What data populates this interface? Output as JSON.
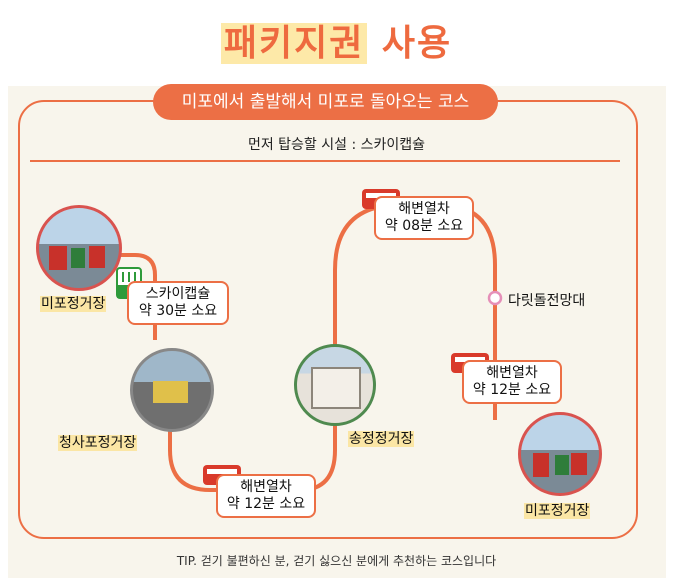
{
  "title": {
    "highlight": "패키지권",
    "rest": " 사용"
  },
  "course_label": "미포에서 출발해서 미포로 돌아오는 코스",
  "first_boarding": "먼저 탑승할 시설 : 스카이캡슐",
  "stations": {
    "mipo_start": "미포정거장",
    "cheongsapo": "청사포정거장",
    "songjeong": "송정정거장",
    "mipo_end": "미포정거장",
    "daritdol": "다릿돌전망대"
  },
  "segments": {
    "skycapsule": {
      "name": "스카이캡슐",
      "time": "약 30분 소요"
    },
    "train1": {
      "name": "해변열차",
      "time": "약 12분 소요"
    },
    "train2": {
      "name": "해변열차",
      "time": "약 08분 소요"
    },
    "train3": {
      "name": "해변열차",
      "time": "약 12분 소요"
    }
  },
  "tip": "TIP. 걷기 불편하신 분, 걷기 싫으신 분에게 추천하는 코스입니다",
  "colors": {
    "accent": "#ec6f45",
    "highlight": "#fde9a8",
    "capsule": "#2e9a3a",
    "train": "#d93a2b"
  }
}
